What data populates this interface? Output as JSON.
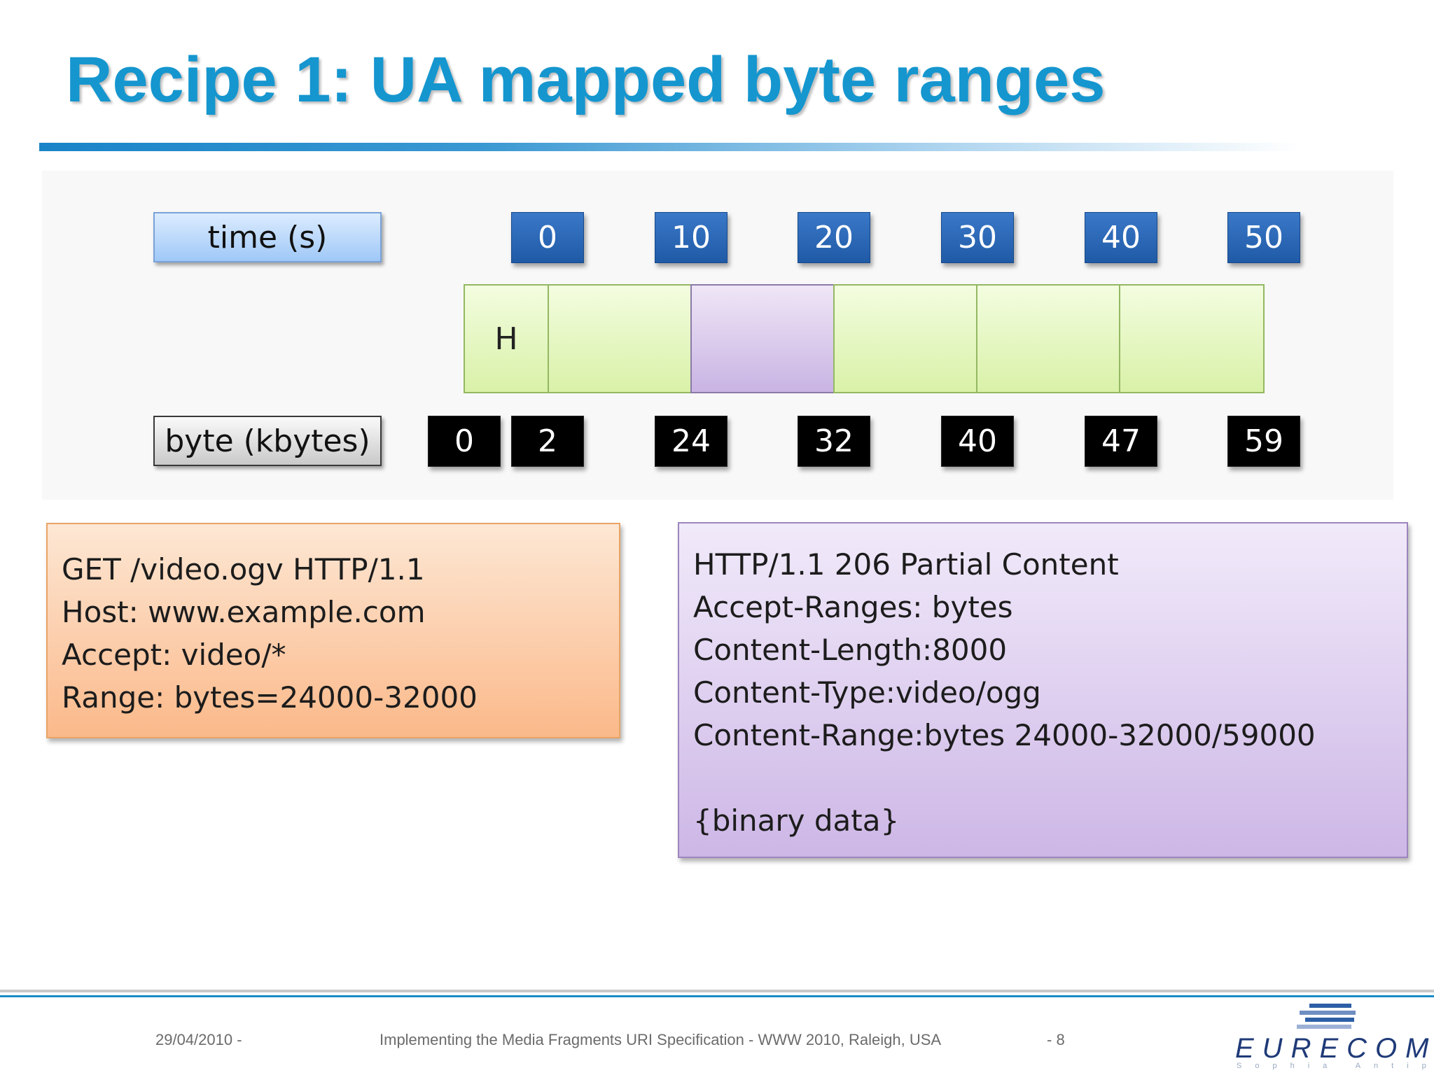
{
  "slide": {
    "title": "Recipe 1: UA mapped byte ranges"
  },
  "diagram": {
    "time_label": "time (s)",
    "byte_label": "byte (kbytes)",
    "time_ticks": [
      "0",
      "10",
      "20",
      "30",
      "40",
      "50"
    ],
    "byte_ticks": [
      "0",
      "2",
      "24",
      "32",
      "40",
      "47",
      "59"
    ],
    "header_segment_label": "H",
    "selected_segment_index": 2,
    "colors": {
      "time_tick": "#2a66b4",
      "byte_tick": "#000000",
      "segment": "#e2f5bc",
      "selected_segment": "#d8c8ec"
    }
  },
  "request": {
    "lines": [
      "GET /video.ogv HTTP/1.1",
      "Host: www.example.com",
      "Accept: video/*",
      "Range: bytes=24000-32000"
    ]
  },
  "response": {
    "lines": [
      "HTTP/1.1 206 Partial Content",
      "Accept-Ranges: bytes",
      "Content-Length:8000",
      "Content-Type:video/ogg",
      "Content-Range:bytes 24000-32000/59000"
    ],
    "body": "{binary data}"
  },
  "footer": {
    "date": "29/04/2010 -",
    "center": "Implementing the Media Fragments URI Specification - WWW 2010, Raleigh, USA",
    "page": "- 8",
    "logo_text": "EURECOM",
    "logo_subtext": "Sophia Antipolis"
  }
}
